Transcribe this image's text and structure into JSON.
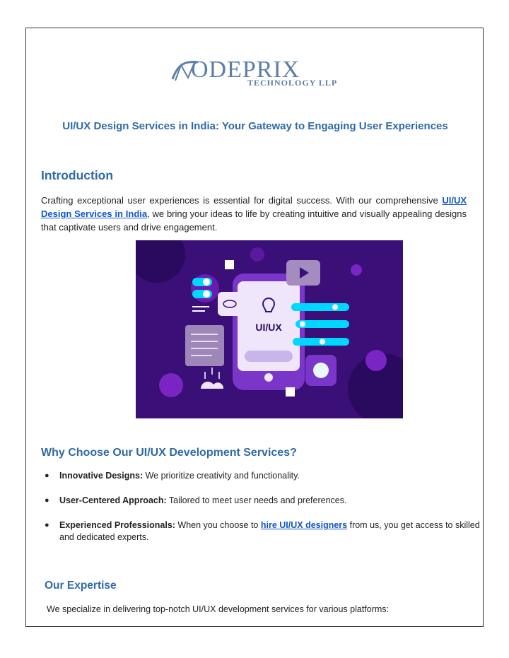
{
  "logo": {
    "word": "ODEPRIX",
    "sub": "TECHNOLOGY LLP"
  },
  "title": "UI/UX Design Services in India: Your Gateway to Engaging User Experiences",
  "intro": {
    "heading": "Introduction",
    "text_before": "Crafting exceptional user experiences is essential for digital success. With our comprehensive ",
    "link": "UI/UX Design Services in India",
    "text_after": ", we bring your ideas to life by creating intuitive and visually appealing designs that captivate users and drive engagement."
  },
  "illustration": {
    "label": "UI/UX"
  },
  "why": {
    "heading": "Why Choose Our UI/UX Development Services?",
    "items": [
      {
        "bold": "Innovative Designs:",
        "text": " We prioritize creativity and functionality."
      },
      {
        "bold": "User-Centered Approach:",
        "text": " Tailored to meet user needs and preferences."
      },
      {
        "bold": "Experienced Professionals:",
        "text": " When you choose to ",
        "link": "hire UI/UX designers",
        "text_after": " from us, you get access to skilled and dedicated experts."
      }
    ]
  },
  "expertise": {
    "heading": "Our Expertise",
    "text": "We specialize in delivering top-notch UI/UX development services for various platforms:"
  },
  "colors": {
    "heading": "#2f6aa8",
    "link": "#1155cc",
    "illustration_bg": "#3a0f78"
  }
}
